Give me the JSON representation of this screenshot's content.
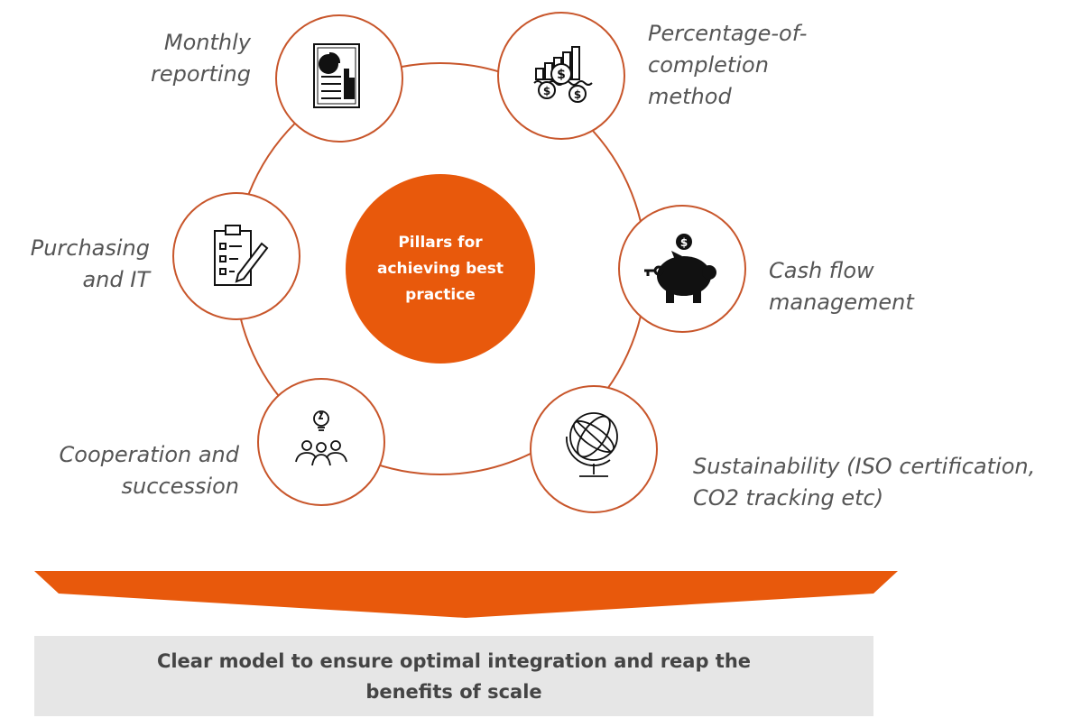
{
  "center": {
    "text": "Pillars for achieving best practice"
  },
  "pillars": [
    {
      "label_lines": [
        "Monthly",
        "reporting"
      ],
      "icon": "report-document-icon"
    },
    {
      "label_lines": [
        "Percentage-of-",
        "completion",
        "method"
      ],
      "icon": "coins-chart-icon"
    },
    {
      "label_lines": [
        "Cash flow",
        "management"
      ],
      "icon": "piggy-bank-icon"
    },
    {
      "label_lines": [
        "Sustainability (ISO certification,",
        "CO2 tracking etc)"
      ],
      "icon": "globe-icon"
    },
    {
      "label_lines": [
        "Cooperation and",
        "succession"
      ],
      "icon": "team-idea-icon"
    },
    {
      "label_lines": [
        "Purchasing",
        "and IT"
      ],
      "icon": "clipboard-pen-icon"
    }
  ],
  "conclusion": {
    "text": "Clear model to ensure optimal integration and reap the benefits of scale"
  },
  "colors": {
    "accent": "#E8590C",
    "ring": "#C8562B",
    "label_text": "#555555",
    "conclusion_bg": "#E6E6E6"
  }
}
